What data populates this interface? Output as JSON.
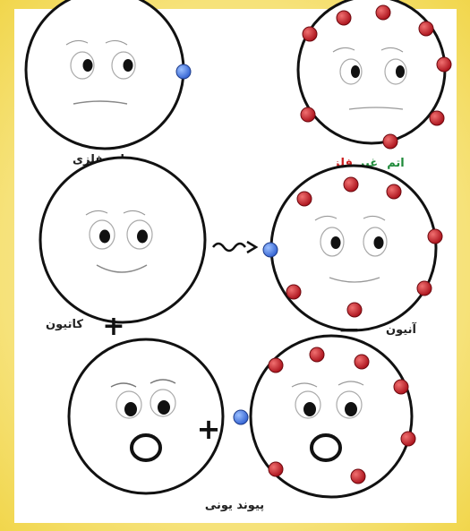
{
  "labels": {
    "metal_atom": "اتم فلزی",
    "nonmetal_prefix": "اتم",
    "nonmetal_mid": "غیر",
    "nonmetal_suffix": "فلز",
    "cation": "کاتیون",
    "anion": "آنیون",
    "ionic_bond": "پیوند یونی"
  },
  "symbols": {
    "plus": "+",
    "minus": "−"
  },
  "colors": {
    "electron_blue": "#2f5fd0",
    "electron_red": "#b3101c",
    "outline": "#111111",
    "nonmetal_green": "#1f8a3a",
    "nonmetal_red": "#cc1f1f"
  },
  "icons": {
    "transfer_arrow": "wavy-arrow-icon"
  }
}
